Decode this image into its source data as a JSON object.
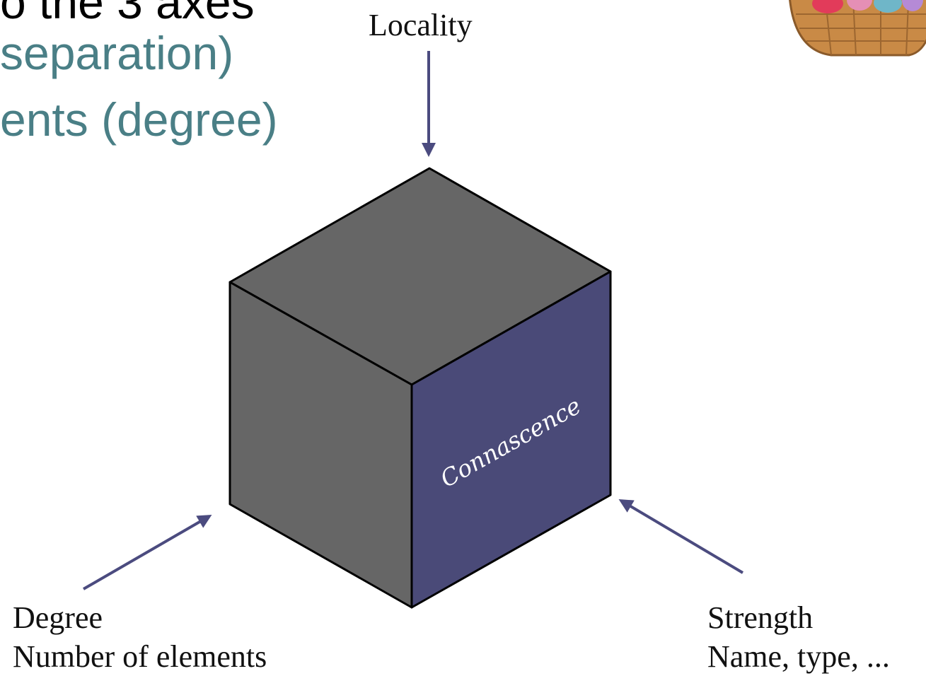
{
  "slide": {
    "bullets": {
      "top_partial": "o the 3 axes",
      "line1": "separation)",
      "line2": "ents (degree)"
    },
    "axes": {
      "locality": {
        "title": "Locality"
      },
      "degree": {
        "title": "Degree",
        "subtitle": "Number of elements"
      },
      "strength": {
        "title": "Strength",
        "subtitle": "Name, type, ..."
      }
    },
    "cube": {
      "face_label": "Connascence"
    },
    "colors": {
      "bullet_text": "#4a7f86",
      "cube_gray": "#666666",
      "cube_front_right": "#4a4a78",
      "arrow": "#4b4b7f"
    },
    "icons": {
      "corner_image": "basket-illustration"
    }
  }
}
